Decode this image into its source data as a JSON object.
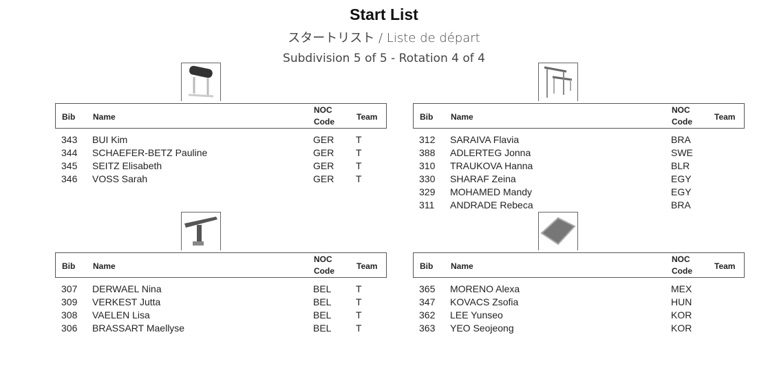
{
  "title": "Start List",
  "subtitle": "スタートリスト / Liste de départ",
  "subdivision": "Subdivision 5 of 5 - Rotation 4 of 4",
  "headers": {
    "bib": "Bib",
    "name": "Name",
    "noc1": "NOC",
    "noc2": "Code",
    "team": "Team"
  },
  "groups": [
    {
      "apparatus_icon": "pommel-horse-icon",
      "rows": [
        [
          "343",
          "BUI Kim",
          "GER",
          "T"
        ],
        [
          "344",
          "SCHAEFER-BETZ Pauline",
          "GER",
          "T"
        ],
        [
          "345",
          "SEITZ Elisabeth",
          "GER",
          "T"
        ],
        [
          "346",
          "VOSS Sarah",
          "GER",
          "T"
        ]
      ]
    },
    {
      "apparatus_icon": "uneven-bars-icon",
      "rows": [
        [
          "312",
          "SARAIVA Flavia",
          "BRA",
          ""
        ],
        [
          "388",
          "ADLERTEG Jonna",
          "SWE",
          ""
        ],
        [
          "310",
          "TRAUKOVA Hanna",
          "BLR",
          ""
        ],
        [
          "330",
          "SHARAF Zeina",
          "EGY",
          ""
        ],
        [
          "329",
          "MOHAMED Mandy",
          "EGY",
          ""
        ],
        [
          "311",
          "ANDRADE Rebeca",
          "BRA",
          ""
        ]
      ]
    },
    {
      "apparatus_icon": "balance-beam-icon",
      "rows": [
        [
          "307",
          "DERWAEL Nina",
          "BEL",
          "T"
        ],
        [
          "309",
          "VERKEST Jutta",
          "BEL",
          "T"
        ],
        [
          "308",
          "VAELEN Lisa",
          "BEL",
          "T"
        ],
        [
          "306",
          "BRASSART Maellyse",
          "BEL",
          "T"
        ]
      ]
    },
    {
      "apparatus_icon": "floor-exercise-icon",
      "rows": [
        [
          "365",
          "MORENO Alexa",
          "MEX",
          ""
        ],
        [
          "347",
          "KOVACS Zsofia",
          "HUN",
          ""
        ],
        [
          "362",
          "LEE Yunseo",
          "KOR",
          ""
        ],
        [
          "363",
          "YEO Seojeong",
          "KOR",
          ""
        ]
      ]
    }
  ]
}
